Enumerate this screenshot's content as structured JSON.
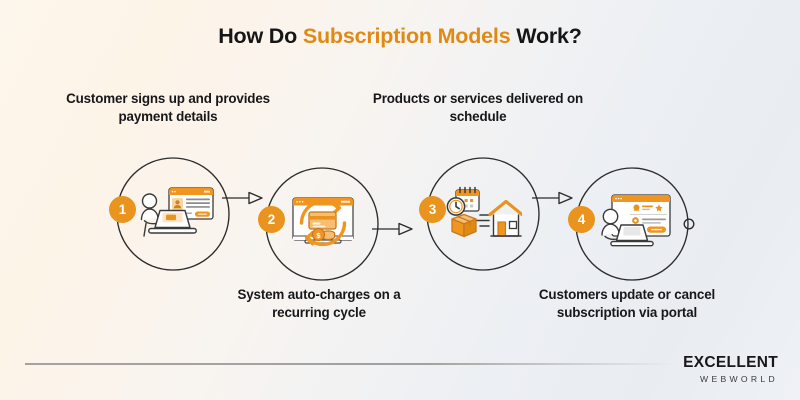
{
  "title": {
    "before": "How Do ",
    "highlight": "Subscription Models",
    "after": " Work?",
    "accent_color": "#e08a14"
  },
  "colors": {
    "accent_orange": "#e8941f",
    "title_orange": "#e08a14",
    "text_dark": "#17171a",
    "stroke_dark": "#2b2b2b",
    "background_warm": "#fdf6ec",
    "background_cool": "#e9edf2"
  },
  "steps": [
    {
      "number": "1",
      "caption": "Customer signs up and provides payment details",
      "caption_position": "above",
      "icon_name": "person-laptop-signup-form-icon"
    },
    {
      "number": "2",
      "caption": "System auto-charges on a recurring cycle",
      "caption_position": "below",
      "icon_name": "recurring-payment-card-coins-icon"
    },
    {
      "number": "3",
      "caption": "Products or services delivered on schedule",
      "caption_position": "above",
      "icon_name": "calendar-clock-package-house-delivery-icon"
    },
    {
      "number": "4",
      "caption": "Customers update or cancel subscription via portal",
      "caption_position": "below",
      "icon_name": "person-laptop-portal-settings-icon"
    }
  ],
  "connectors": [
    {
      "name": "arrow-step1-to-step2"
    },
    {
      "name": "arrow-step2-to-step3"
    },
    {
      "name": "arrow-step3-to-step4"
    },
    {
      "name": "endpoint-dot-after-step4"
    }
  ],
  "footer": {
    "logo_main": "EXCELLENT",
    "logo_sub": "WEBWORLD"
  }
}
